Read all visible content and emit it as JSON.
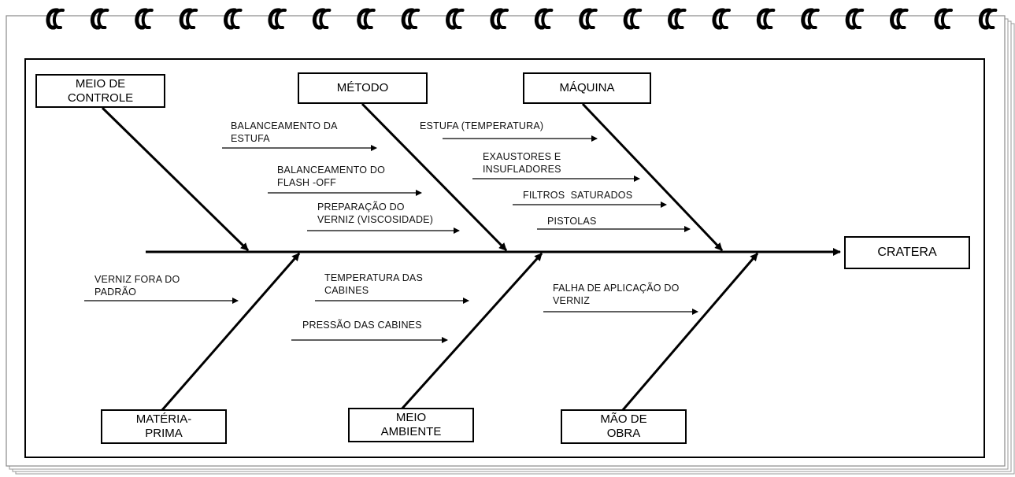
{
  "diagram": {
    "type": "fishbone",
    "effect": "CRATERA",
    "categories": {
      "meio_controle": {
        "line1": "MEIO DE",
        "line2": "CONTROLE",
        "causes": []
      },
      "metodo": {
        "label": "MÉTODO",
        "causes": [
          {
            "line1": "BALANCEAMENTO DA",
            "line2": "ESTUFA"
          },
          {
            "line1": "BALANCEAMENTO DO",
            "line2": "FLASH -OFF"
          },
          {
            "line1": "PREPARAÇÃO DO",
            "line2": "VERNIZ (VISCOSIDADE)"
          }
        ]
      },
      "maquina": {
        "label": "MÁQUINA",
        "causes": [
          {
            "line1": "ESTUFA (TEMPERATURA)"
          },
          {
            "line1": "EXAUSTORES E",
            "line2": "INSUFLADORES"
          },
          {
            "line1": "FILTROS  SATURADOS"
          },
          {
            "line1": "PISTOLAS"
          }
        ]
      },
      "materia_prima": {
        "line1": "MATÉRIA-",
        "line2": "PRIMA",
        "causes": [
          {
            "line1": "VERNIZ FORA DO",
            "line2": "PADRÃO"
          }
        ]
      },
      "meio_ambiente": {
        "line1": "MEIO",
        "line2": "AMBIENTE",
        "causes": [
          {
            "line1": "TEMPERATURA DAS",
            "line2": "CABINES"
          },
          {
            "line1": "PRESSÃO DAS CABINES"
          }
        ]
      },
      "mao_de_obra": {
        "line1": "MÃO DE",
        "line2": "OBRA",
        "causes": [
          {
            "line1": "FALHA DE APLICAÇÃO DO",
            "line2": "VERNIZ"
          }
        ]
      }
    }
  }
}
